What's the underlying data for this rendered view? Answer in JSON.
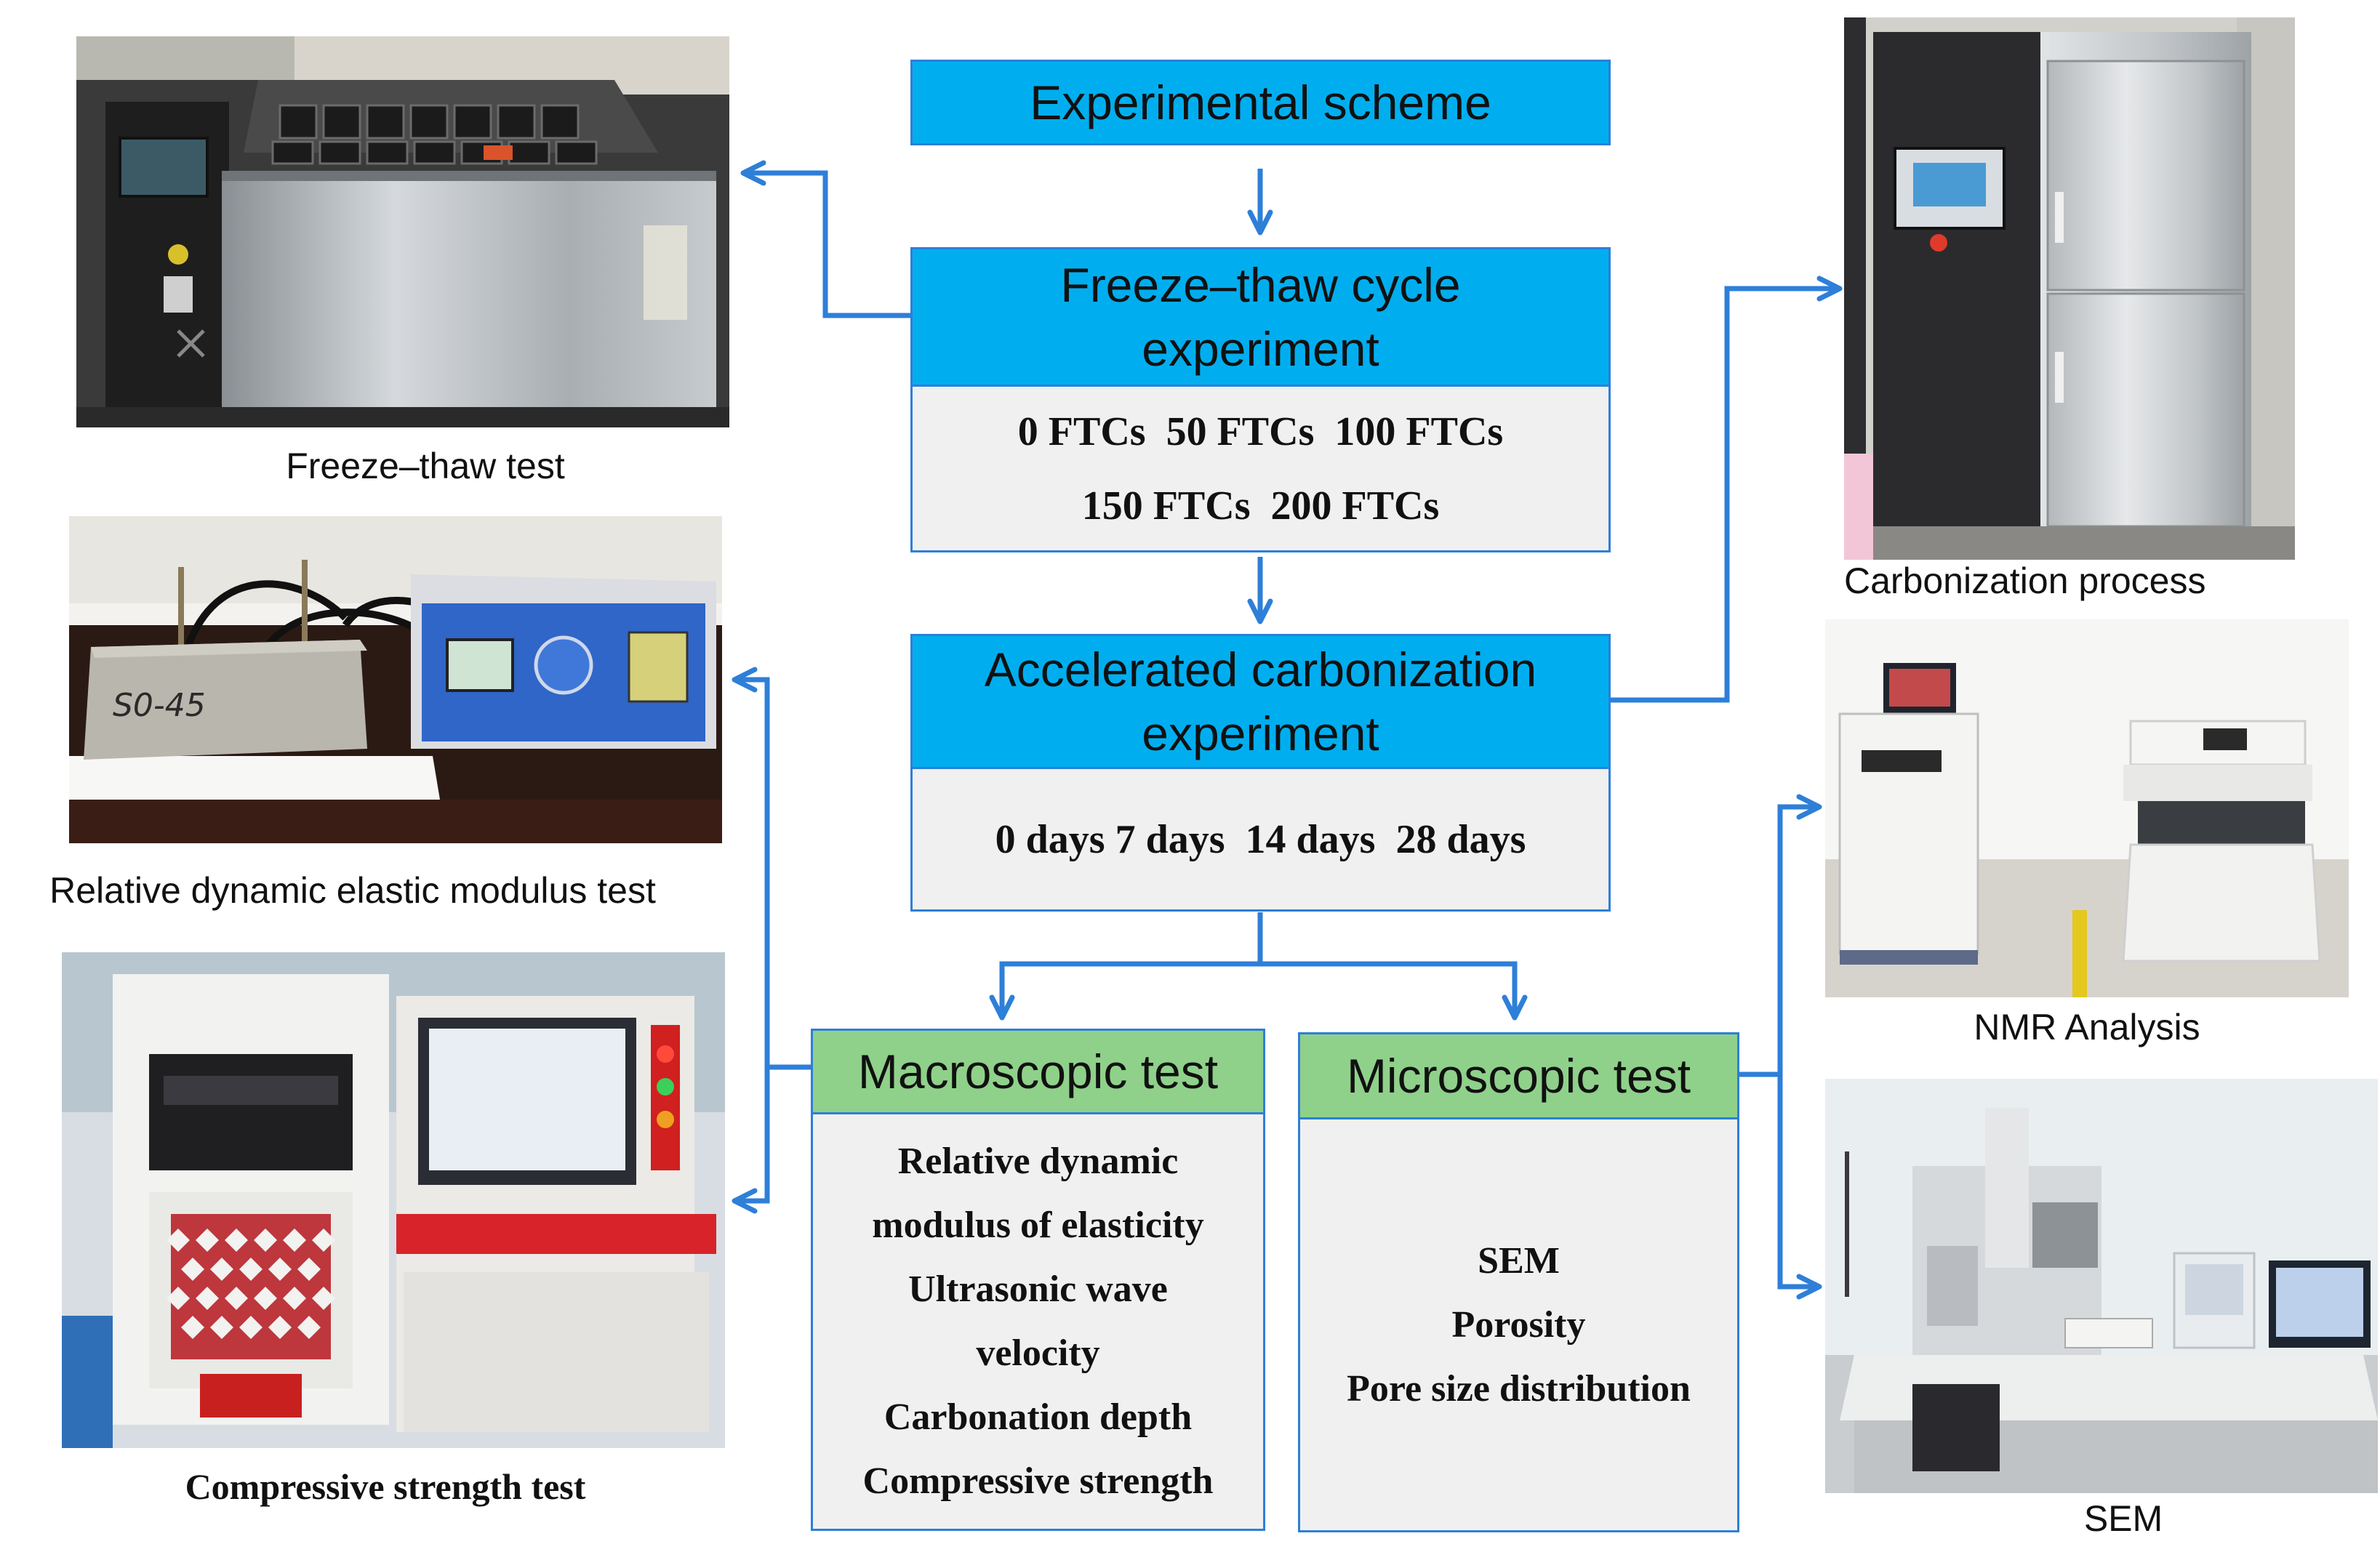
{
  "scheme": {
    "title": "Experimental scheme"
  },
  "freeze_thaw": {
    "title_lines": [
      "Freeze–thaw cycle",
      "experiment"
    ],
    "cycle_lines": [
      "0 FTCs  50 FTCs  100 FTCs",
      "150 FTCs  200 FTCs"
    ]
  },
  "carbonization": {
    "title_lines": [
      "Accelerated carbonization",
      "experiment"
    ],
    "duration_line": "0 days 7 days  14 days  28 days"
  },
  "macroscopic": {
    "title": "Macroscopic test",
    "item_lines": [
      "Relative dynamic",
      "modulus of elasticity",
      "Ultrasonic wave",
      "velocity",
      "Carbonation depth",
      "Compressive strength"
    ]
  },
  "microscopic": {
    "title": "Microscopic test",
    "items": [
      "SEM",
      "Porosity",
      "Pore size distribution"
    ]
  },
  "photos": {
    "freeze_thaw": {
      "caption": "Freeze–thaw test"
    },
    "dynamic_modulus": {
      "caption": "Relative dynamic elastic modulus test",
      "specimen_mark": "S0-45"
    },
    "compressive": {
      "caption": "Compressive strength test"
    },
    "carbonization": {
      "caption": "Carbonization process"
    },
    "nmr": {
      "caption": "NMR Analysis"
    },
    "sem": {
      "caption": "SEM"
    }
  },
  "colors": {
    "header_blue": "#00aeef",
    "header_green": "#8fd18a",
    "body_grey": "#f0f0f0",
    "connector": "#2e7fd8"
  }
}
